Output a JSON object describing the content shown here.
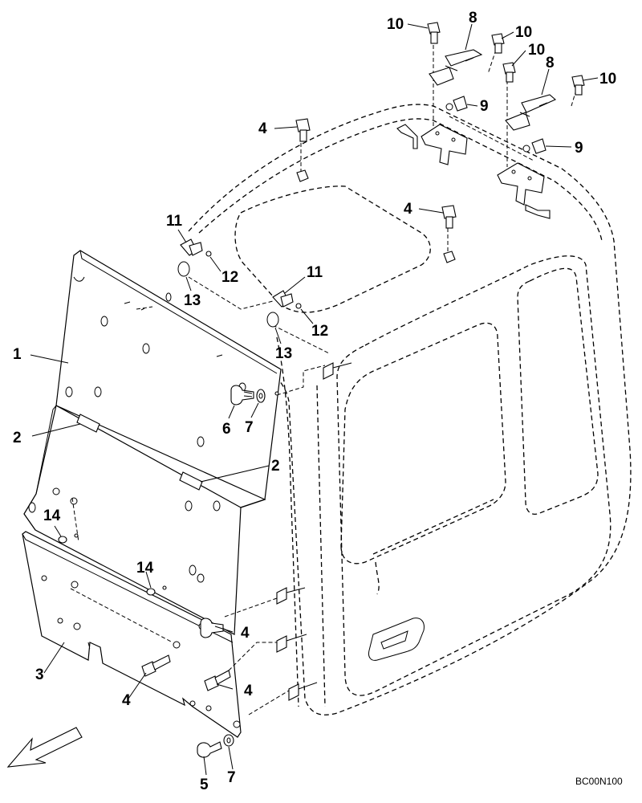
{
  "drawing_code": "BC00N100",
  "callouts": [
    {
      "id": "label-1",
      "text": "1"
    },
    {
      "id": "label-2a",
      "text": "2"
    },
    {
      "id": "label-2b",
      "text": "2"
    },
    {
      "id": "label-3",
      "text": "3"
    },
    {
      "id": "label-4a",
      "text": "4"
    },
    {
      "id": "label-4b",
      "text": "4"
    },
    {
      "id": "label-4c",
      "text": "4"
    },
    {
      "id": "label-4d",
      "text": "4"
    },
    {
      "id": "label-4e",
      "text": "4"
    },
    {
      "id": "label-5",
      "text": "5"
    },
    {
      "id": "label-6",
      "text": "6"
    },
    {
      "id": "label-7a",
      "text": "7"
    },
    {
      "id": "label-7b",
      "text": "7"
    },
    {
      "id": "label-8a",
      "text": "8"
    },
    {
      "id": "label-8b",
      "text": "8"
    },
    {
      "id": "label-9a",
      "text": "9"
    },
    {
      "id": "label-9b",
      "text": "9"
    },
    {
      "id": "label-10a",
      "text": "10"
    },
    {
      "id": "label-10b",
      "text": "10"
    },
    {
      "id": "label-10c",
      "text": "10"
    },
    {
      "id": "label-10d",
      "text": "10"
    },
    {
      "id": "label-11a",
      "text": "11"
    },
    {
      "id": "label-11b",
      "text": "11"
    },
    {
      "id": "label-12a",
      "text": "12"
    },
    {
      "id": "label-12b",
      "text": "12"
    },
    {
      "id": "label-13a",
      "text": "13"
    },
    {
      "id": "label-13b",
      "text": "13"
    },
    {
      "id": "label-14a",
      "text": "14"
    },
    {
      "id": "label-14b",
      "text": "14"
    }
  ]
}
